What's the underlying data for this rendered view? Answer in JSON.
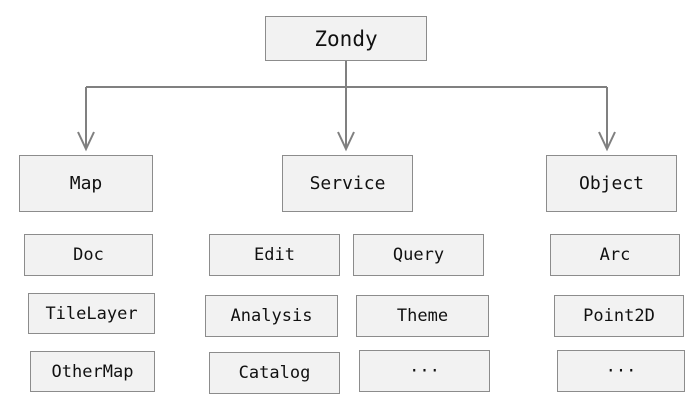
{
  "diagram": {
    "root": {
      "label": "Zondy"
    },
    "map": {
      "label": "Map",
      "children": [
        "Doc",
        "TileLayer",
        "OtherMap"
      ]
    },
    "service": {
      "label": "Service",
      "children": [
        "Edit",
        "Query",
        "Analysis",
        "Theme",
        "Catalog",
        "···"
      ]
    },
    "object": {
      "label": "Object",
      "children": [
        "Arc",
        "Point2D",
        "···"
      ]
    },
    "colors": {
      "box_fill": "#f2f2f2",
      "box_border": "#8c8c8c",
      "connector": "#808080",
      "text": "#111111"
    }
  }
}
